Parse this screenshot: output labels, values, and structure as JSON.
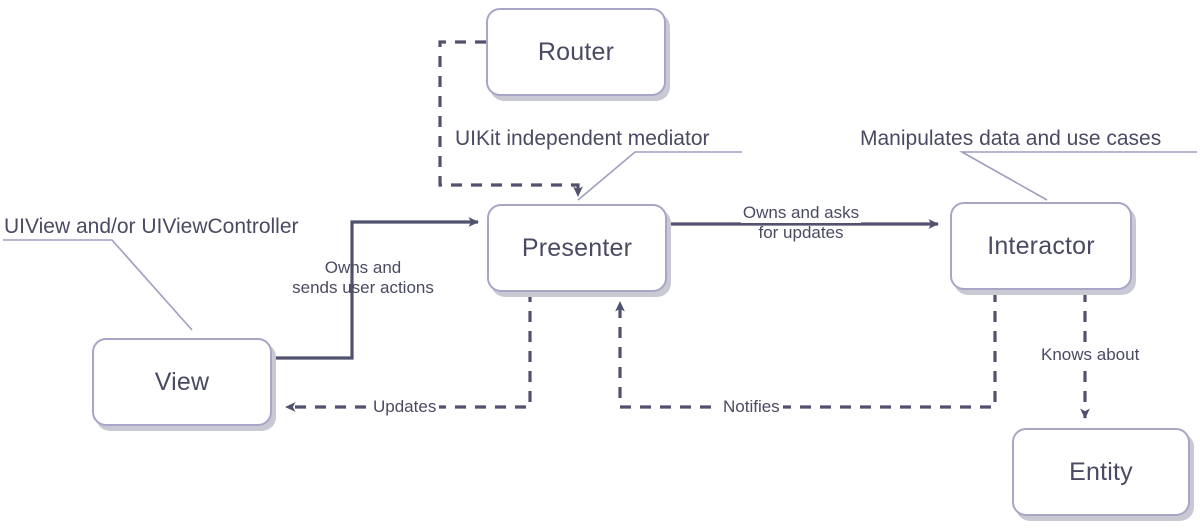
{
  "diagram": {
    "title": "VIPER architecture diagram",
    "colors": {
      "node_border": "#a7a6c6",
      "node_shadow": "#c9c9d4",
      "text": "#4a4a63",
      "connector": "#52526e",
      "leader": "#9e9ec0",
      "background": "#ffffff"
    },
    "nodes": [
      {
        "id": "router",
        "label": "Router"
      },
      {
        "id": "presenter",
        "label": "Presenter"
      },
      {
        "id": "view",
        "label": "View"
      },
      {
        "id": "interactor",
        "label": "Interactor"
      },
      {
        "id": "entity",
        "label": "Entity"
      }
    ],
    "annotations": [
      {
        "id": "view-note",
        "text": "UIView and/or UIViewController",
        "target": "view"
      },
      {
        "id": "presenter-note",
        "text": "UIKit independent mediator",
        "target": "presenter"
      },
      {
        "id": "interactor-note",
        "text": "Manipulates data and use cases",
        "target": "interactor"
      }
    ],
    "edges": [
      {
        "id": "view-to-presenter",
        "label_line1": "Owns and",
        "label_line2": "sends user actions",
        "from": "view",
        "to": "presenter",
        "style": "solid"
      },
      {
        "id": "presenter-to-interactor",
        "label_line1": "Owns and asks",
        "label_line2": "for updates",
        "from": "presenter",
        "to": "interactor",
        "style": "solid"
      },
      {
        "id": "presenter-to-view",
        "label": "Updates",
        "from": "presenter",
        "to": "view",
        "style": "dashed"
      },
      {
        "id": "interactor-to-presenter",
        "label": "Notifies",
        "from": "interactor",
        "to": "presenter",
        "style": "dashed"
      },
      {
        "id": "interactor-to-entity",
        "label": "Knows about",
        "from": "interactor",
        "to": "entity",
        "style": "dashed"
      },
      {
        "id": "router-to-presenter",
        "label": "",
        "from": "router",
        "to": "presenter",
        "style": "dashed"
      }
    ]
  }
}
